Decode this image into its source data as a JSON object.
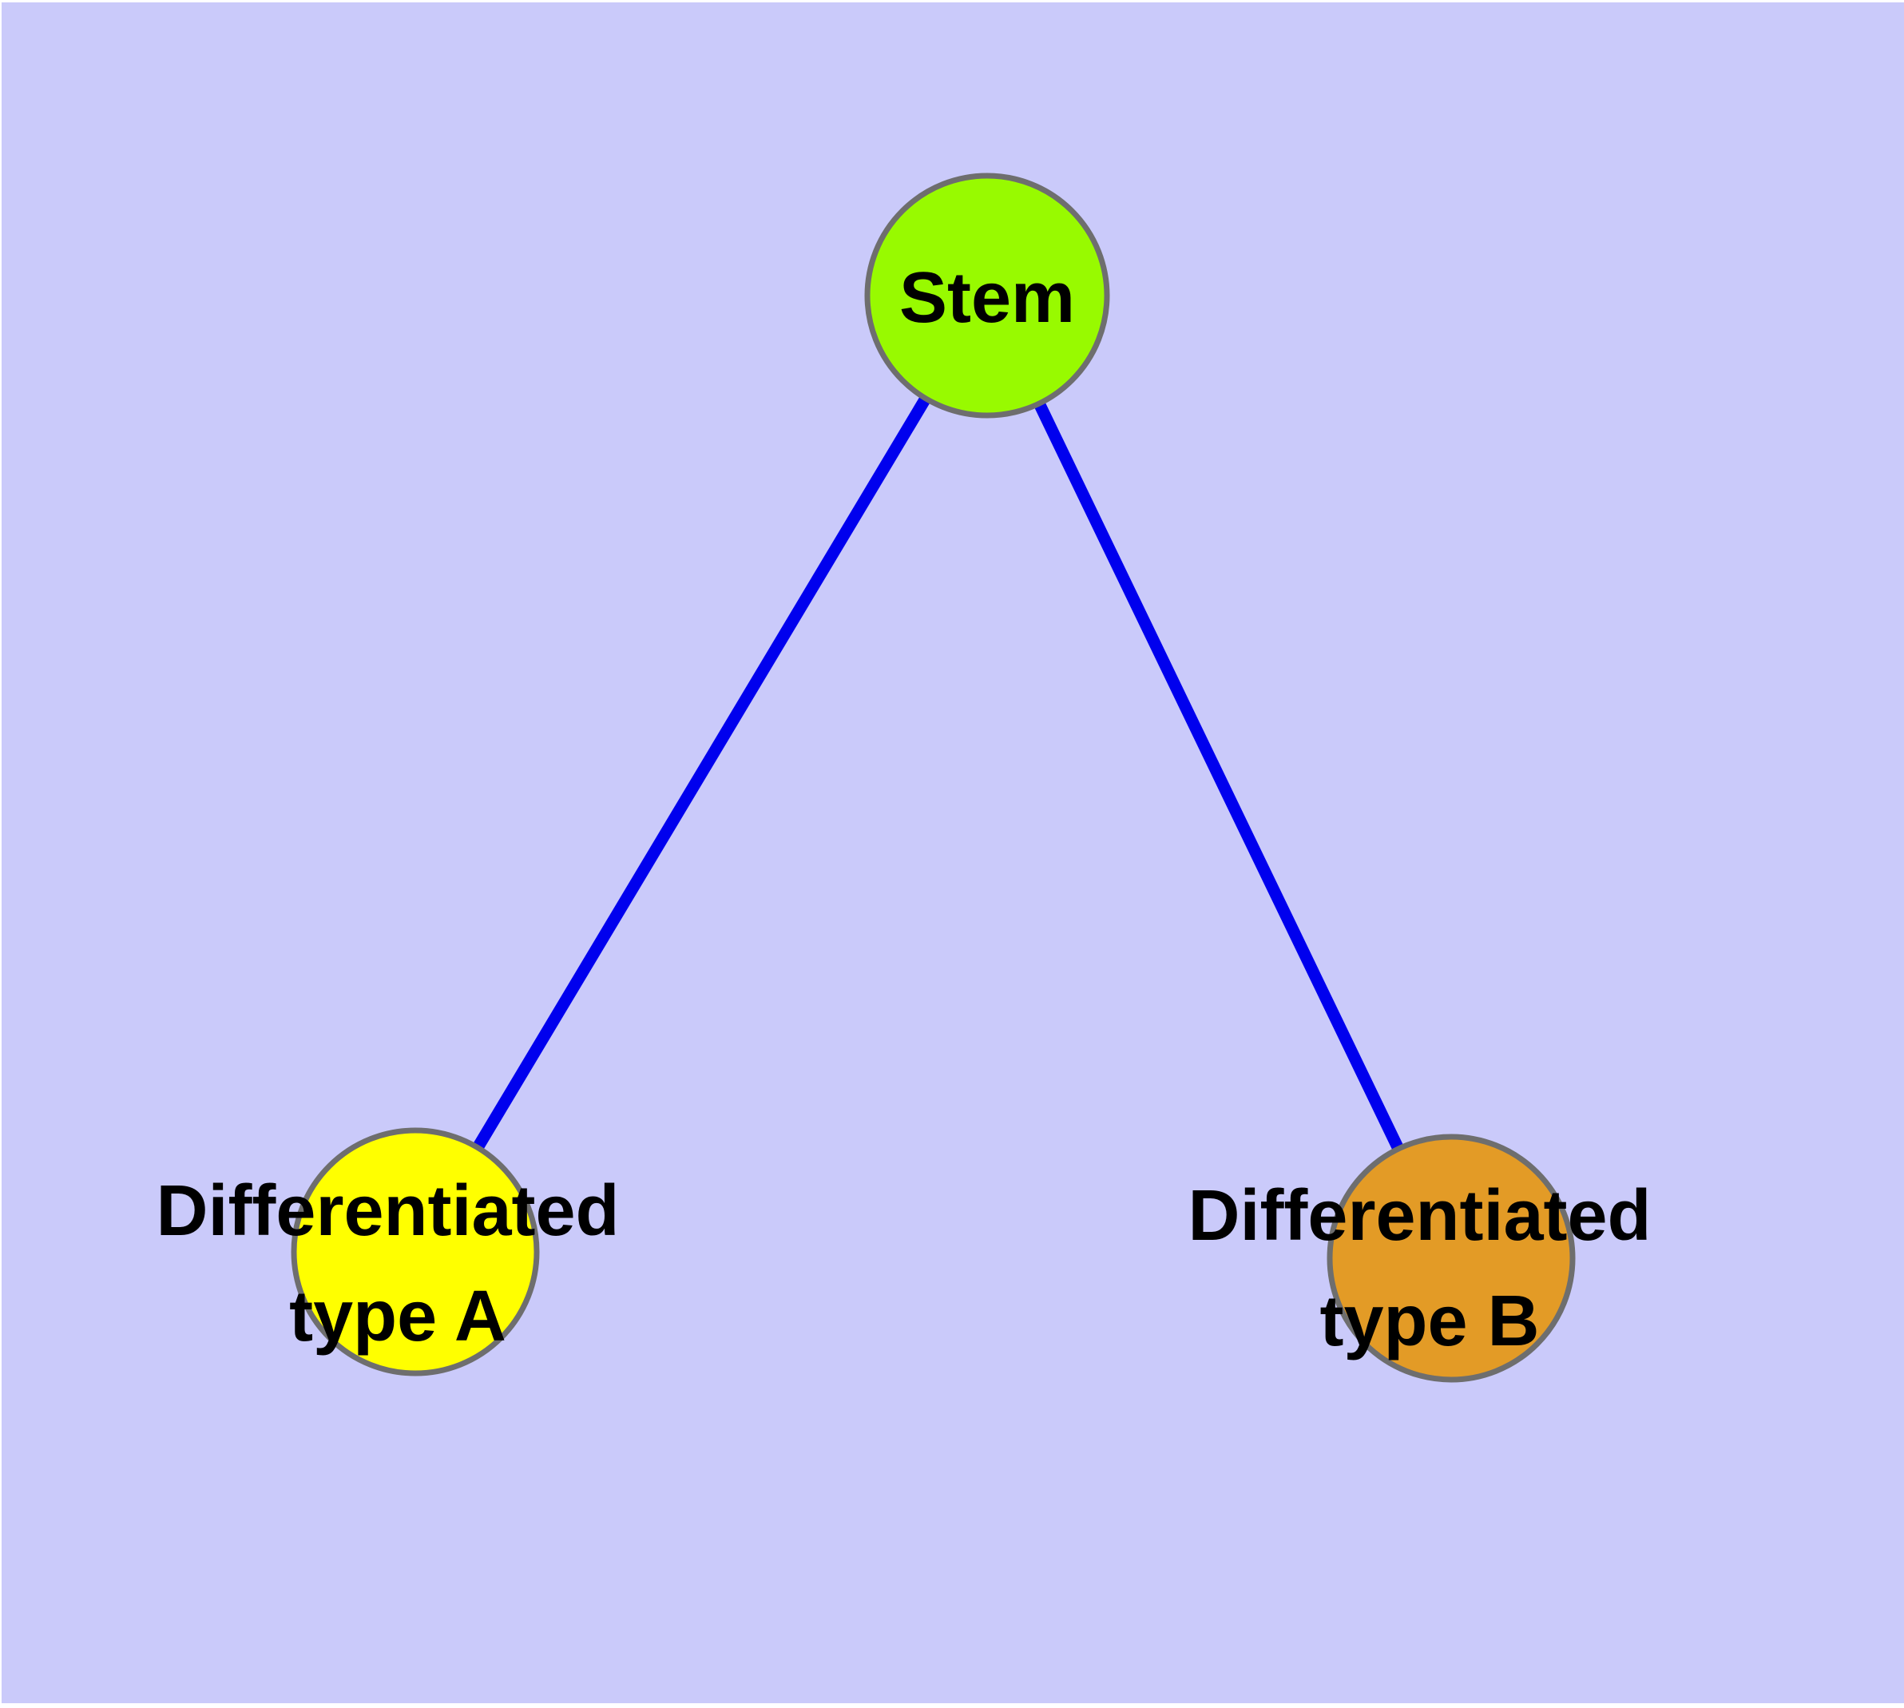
{
  "canvas": {
    "background_color": "#cacafa",
    "page_color": "#ffffff"
  },
  "text_color": "#000000",
  "node_border_color": "#6e6e6e",
  "nodes": [
    {
      "id": "stem",
      "label": "Stem",
      "lines": [
        "Stem"
      ],
      "fill": "#98fa00"
    },
    {
      "id": "type_a",
      "label": "Differentiated type A",
      "lines": [
        "Differentiated",
        "type A"
      ],
      "fill": "#ffff00"
    },
    {
      "id": "type_b",
      "label": "Differentiated type B",
      "lines": [
        "Differentiated",
        "type B"
      ],
      "fill": "#e39b26"
    }
  ],
  "edges": [
    {
      "from": "stem",
      "to": "type_a",
      "color": "#0000ee"
    },
    {
      "from": "stem",
      "to": "type_b",
      "color": "#0000ee"
    }
  ]
}
